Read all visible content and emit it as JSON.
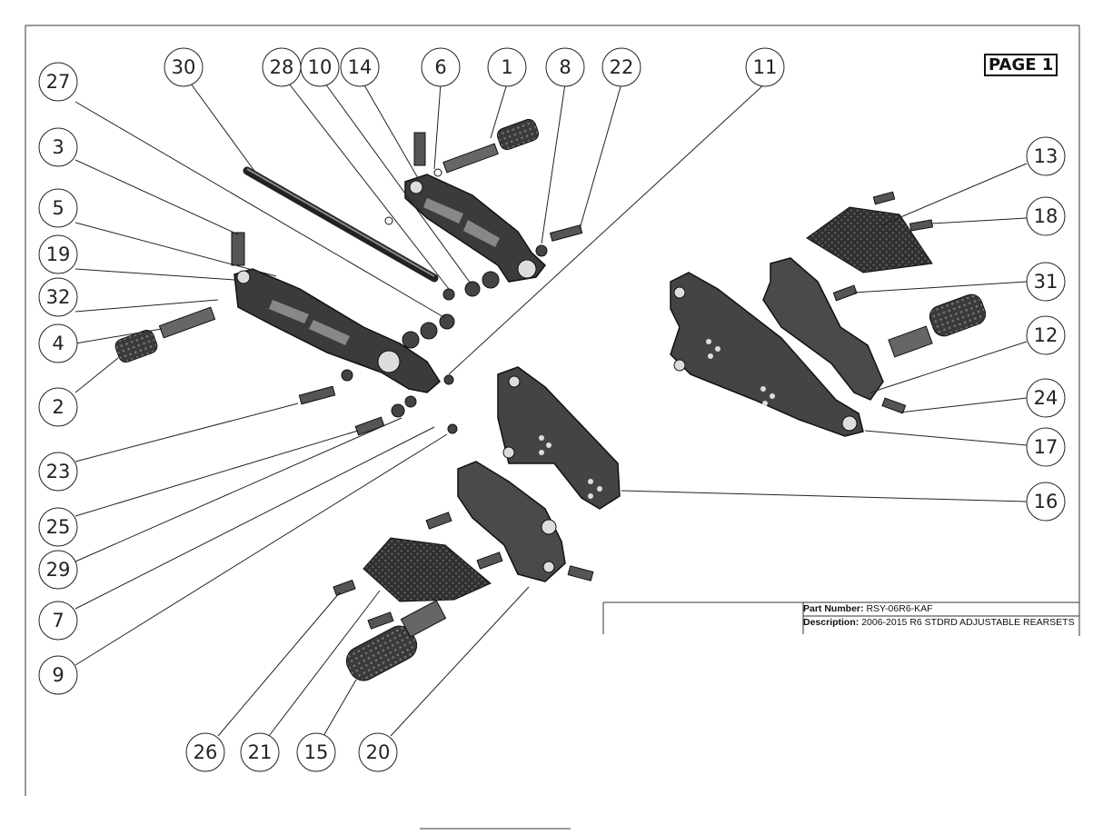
{
  "page_label": "PAGE 1",
  "title_block": {
    "part_number_label": "Part Number:",
    "part_number": "RSY-06R6-KAF",
    "description_label": "Description:",
    "description": "2006-2015 R6 STDRD ADJUSTABLE REARSETS"
  },
  "balloons": [
    "30",
    "28",
    "10",
    "14",
    "6",
    "1",
    "8",
    "22",
    "11",
    "27",
    "3",
    "5",
    "19",
    "32",
    "4",
    "2",
    "23",
    "25",
    "29",
    "7",
    "9",
    "13",
    "18",
    "31",
    "12",
    "24",
    "17",
    "16",
    "26",
    "21",
    "15",
    "20"
  ]
}
